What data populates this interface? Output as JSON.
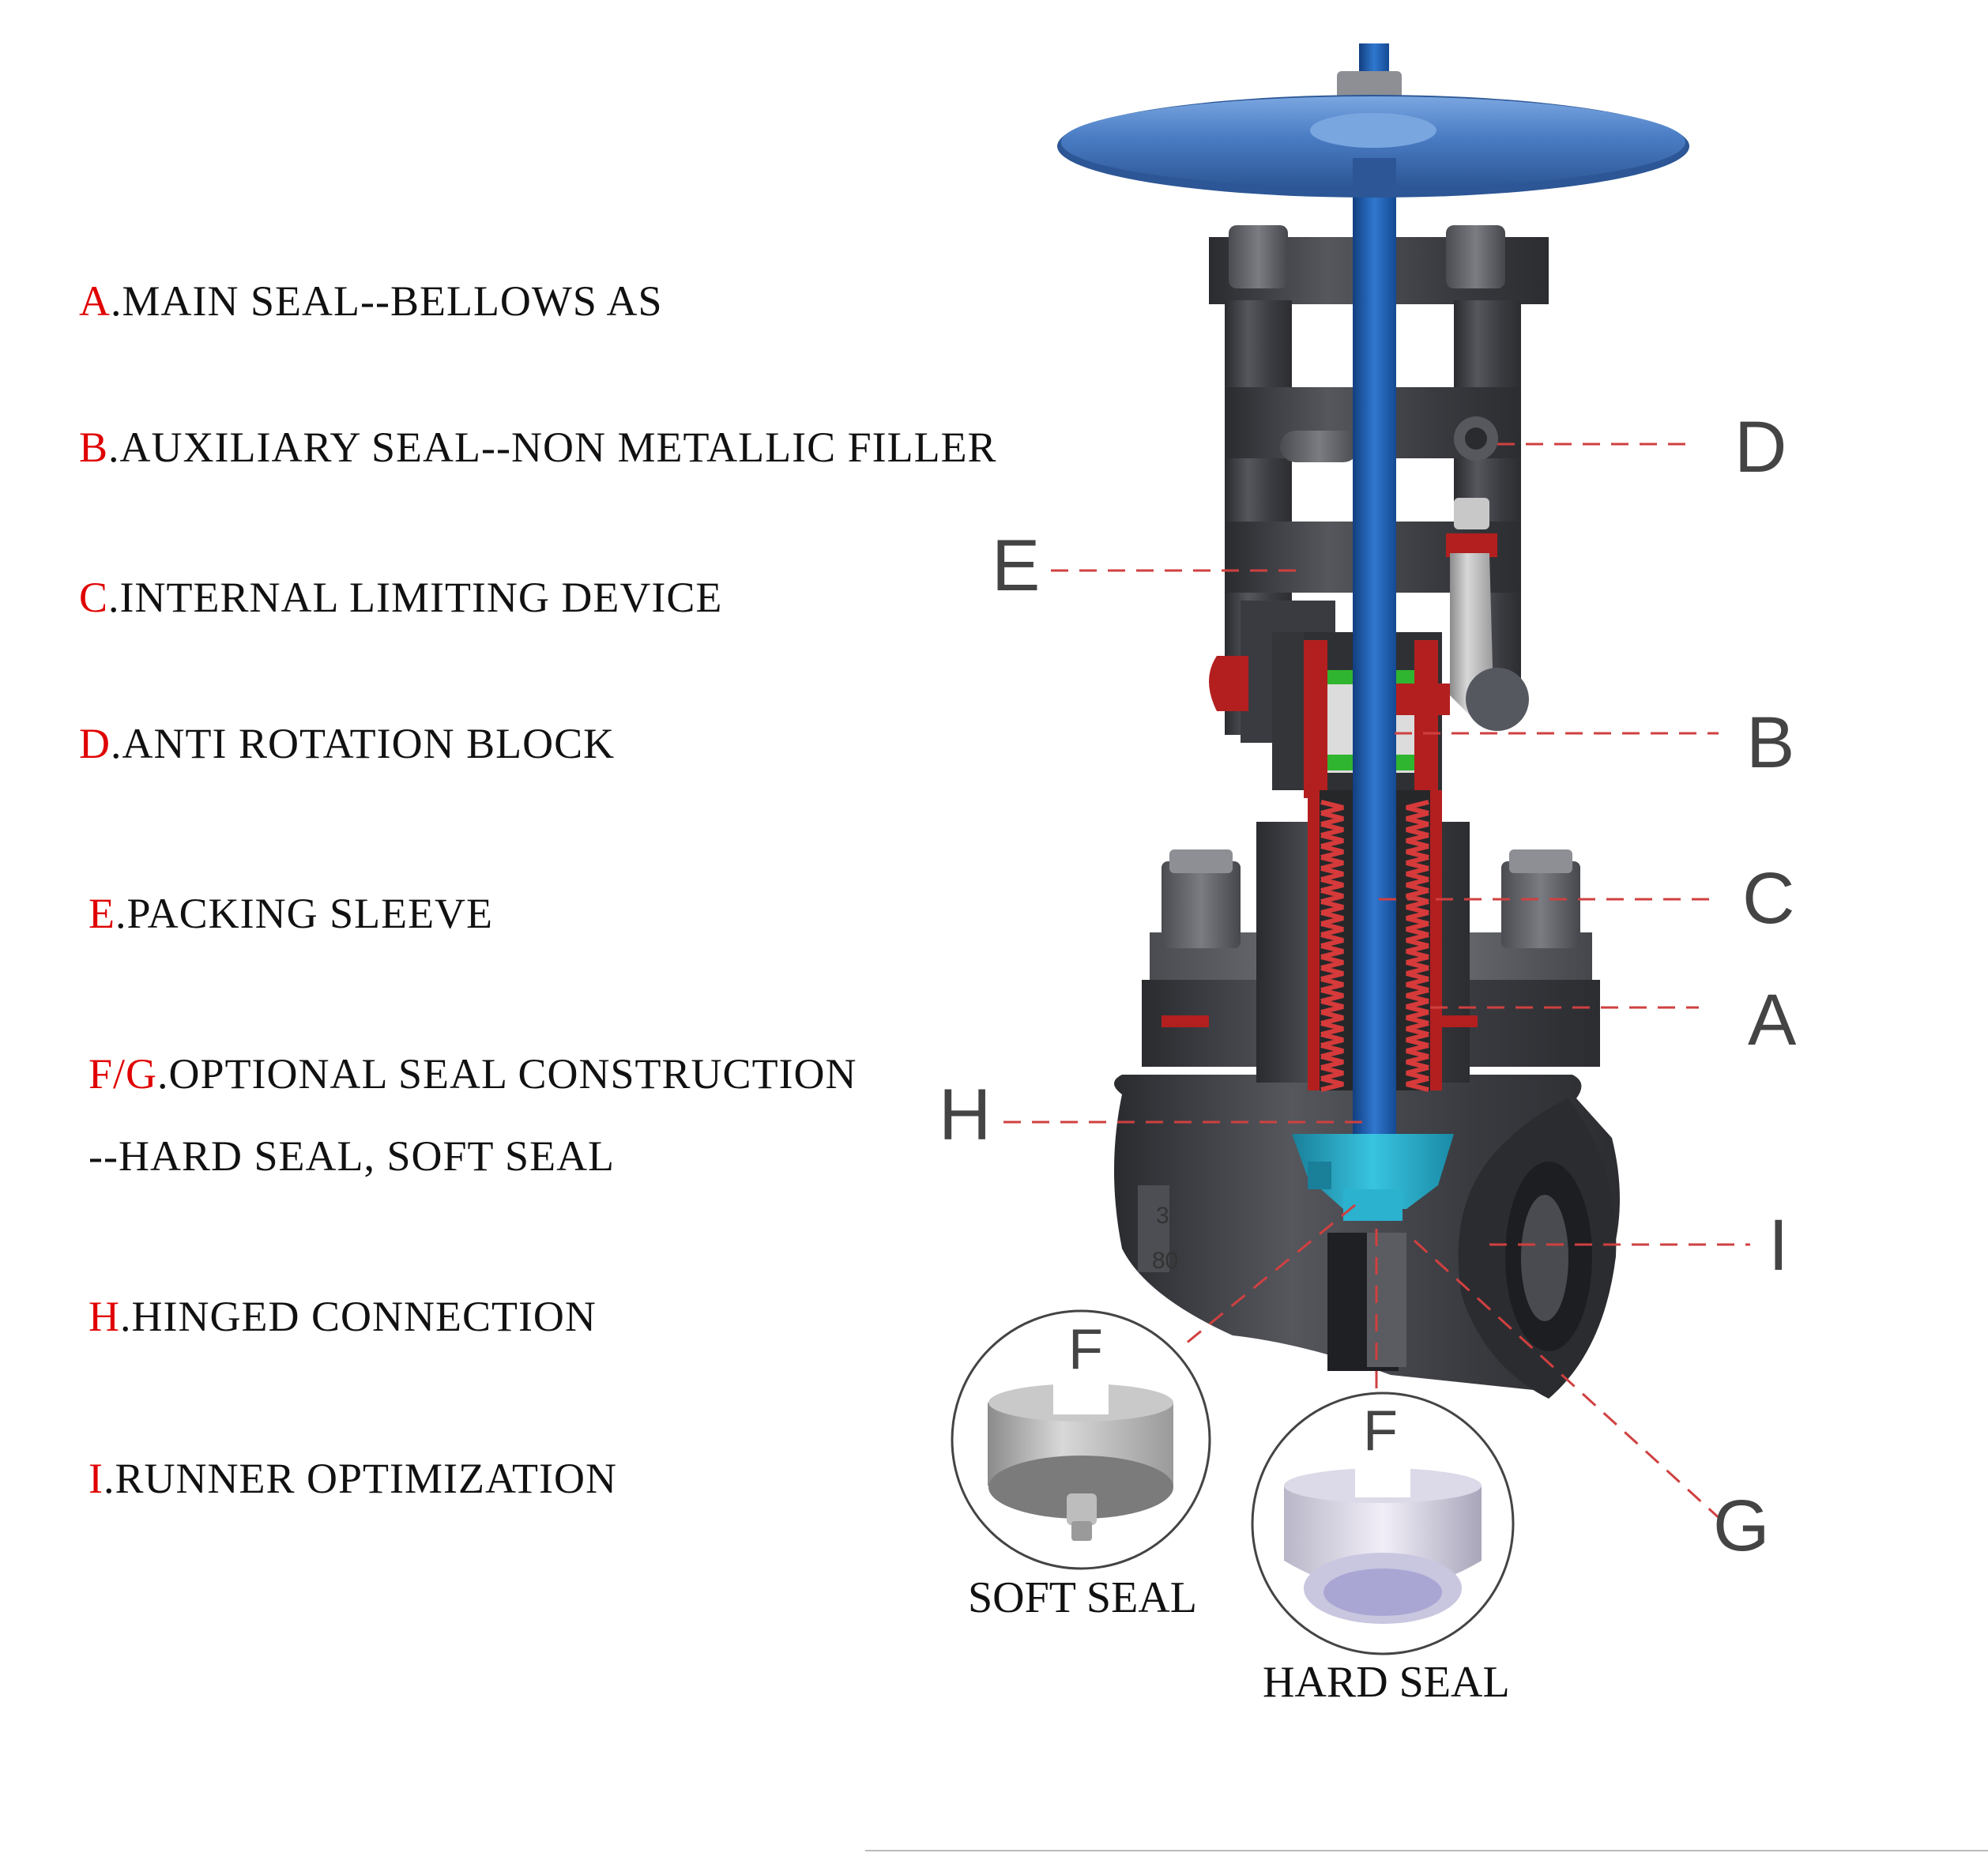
{
  "legend": [
    {
      "letter": "A",
      "text": ".MAIN SEAL--BELLOWS AS"
    },
    {
      "letter": "B",
      "text": ".AUXILIARY SEAL--NON METALLIC FILLER"
    },
    {
      "letter": "C",
      "text": ".INTERNAL LIMITING DEVICE"
    },
    {
      "letter": "D",
      "text": ".ANTI ROTATION BLOCK"
    },
    {
      "letter": "E",
      "text": ".PACKING SLEEVE"
    },
    {
      "letter": "F/G",
      "text": ".OPTIONAL SEAL CONSTRUCTION"
    },
    {
      "letter": "",
      "text": "--HARD SEAL, SOFT SEAL"
    },
    {
      "letter": "H",
      "text": ".HINGED CONNECTION"
    },
    {
      "letter": "I",
      "text": ".RUNNER OPTIMIZATION"
    }
  ],
  "callouts": {
    "D": "D",
    "E": "E",
    "B": "B",
    "C": "C",
    "A": "A",
    "H": "H",
    "I": "I",
    "G": "G",
    "F_soft": "F",
    "F_hard": "F"
  },
  "insets": {
    "soft_caption": "SOFT SEAL",
    "hard_caption": "HARD SEAL"
  },
  "body_marking": [
    "3",
    "80"
  ],
  "colors": {
    "letter_red": "#e00000",
    "handwheel_blue": "#4a7cc4",
    "stem_blue": "#1f5fb0",
    "body_dark": "#3c3d42",
    "seal_red": "#b31f1f",
    "packing_green": "#2fb52f",
    "disc_cyan": "#22a9c7",
    "leader_red": "#d04040"
  }
}
